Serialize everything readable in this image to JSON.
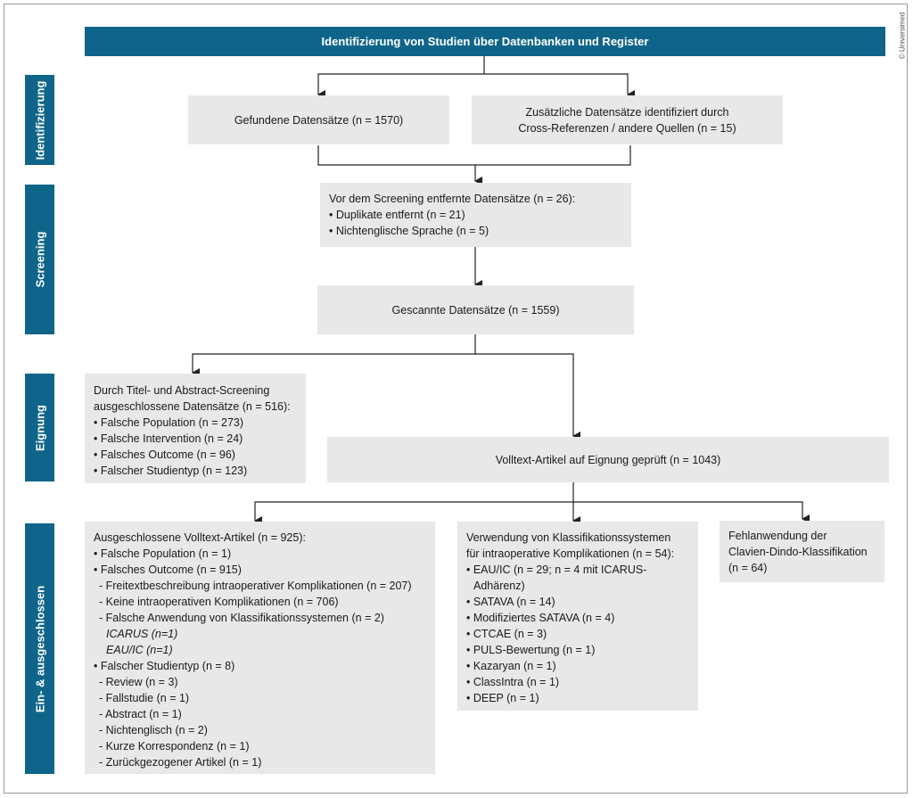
{
  "header": {
    "title": "Identifizierung von Studien über Datenbanken und Register"
  },
  "copyright": "© Universimed",
  "side_labels": {
    "identifizierung": "Identifizierung",
    "screening": "Screening",
    "eignung": "Eignung",
    "eingeschlossen": "Ein- & ausgeschlossen"
  },
  "boxes": {
    "gefunden": "Gefundene Datensätze (n = 1570)",
    "zusaetzlich": [
      "Zusätzliche Datensätze identifiziert durch",
      "Cross-Referenzen / andere Quellen (n = 15)"
    ],
    "entfernt": {
      "title": "Vor dem Screening entfernte Datensätze (n = 26):",
      "items": [
        "• Duplikate entfernt (n = 21)",
        "• Nichtenglische Sprache (n = 5)"
      ]
    },
    "gescannt": "Gescannte Datensätze (n = 1559)",
    "titel_abstract": {
      "title": [
        "Durch Titel- und Abstract-Screening",
        "ausgeschlossene Datensätze (n = 516):"
      ],
      "items": [
        "• Falsche Population (n = 273)",
        "• Falsche Intervention (n = 24)",
        "• Falsches Outcome (n = 96)",
        "• Falscher Studientyp (n = 123)"
      ]
    },
    "volltext_geprueft": "Volltext-Artikel auf Eignung geprüft (n = 1043)",
    "ausgeschlossen": {
      "title": "Ausgeschlossene Volltext-Artikel (n = 925):",
      "l1": "• Falsche Population (n = 1)",
      "l2": "• Falsches Outcome (n = 915)",
      "l3": "- Freitextbeschreibung intraoperativer Komplikationen (n = 207)",
      "l4": "- Keine intraoperativen Komplikationen (n = 706)",
      "l5": "- Falsche Anwendung von Klassifikationssystemen (n = 2)",
      "l6": "ICARUS (n=1)",
      "l7": "EAU/IC (n=1)",
      "l8": "• Falscher Studientyp (n = 8)",
      "l9": "- Review (n = 3)",
      "l10": "- Fallstudie (n = 1)",
      "l11": "- Abstract (n = 1)",
      "l12": "- Nichtenglisch (n = 2)",
      "l13": "- Kurze Korrespondenz (n = 1)",
      "l14": "-  Zurückgezogener Artikel (n = 1)"
    },
    "verwendung": {
      "title": [
        "Verwendung von Klassifikationssystemen",
        "für intraoperative Komplikationen (n = 54):"
      ],
      "items": [
        "• EAU/IC (n = 29; n = 4 mit ICARUS-",
        "  Adhärenz)",
        "• SATAVA (n = 14)",
        "• Modifiziertes SATAVA (n = 4)",
        "• CTCAE (n = 3)",
        "• PULS-Bewertung (n = 1)",
        "• Kazaryan (n = 1)",
        "• ClassIntra (n = 1)",
        "• DEEP (n = 1)"
      ]
    },
    "fehlanwendung": [
      "Fehlanwendung der",
      "Clavien-Dindo-Klassifikation",
      "(n = 64)"
    ]
  }
}
